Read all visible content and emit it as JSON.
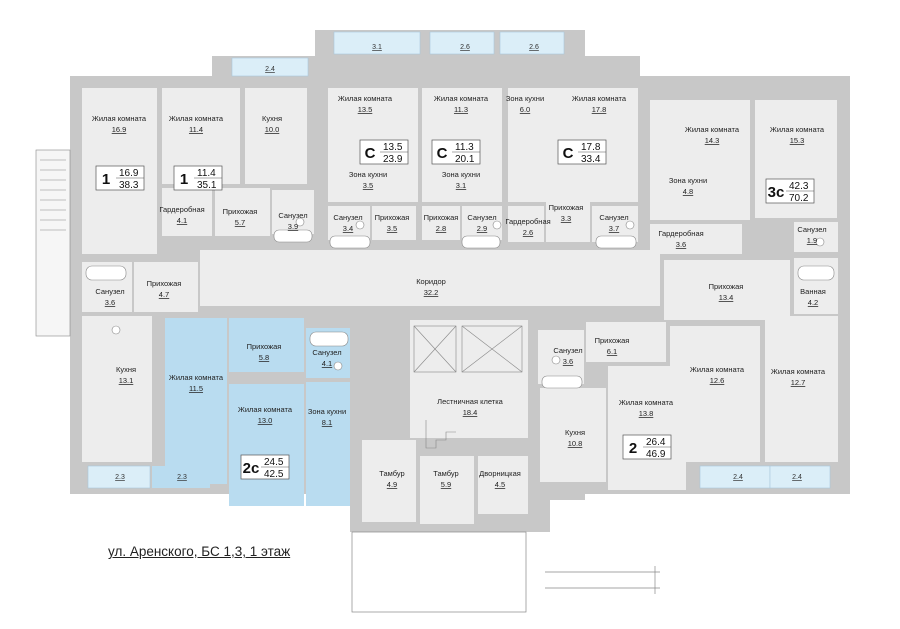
{
  "colors": {
    "wall": "#c8c8c8",
    "floor": "#ededed",
    "highlight": "#b9dcf0",
    "window": "#dbeef8",
    "fixture": "#888888"
  },
  "caption": "ул. Аренского, БС 1,3, 1 этаж",
  "rooms": [
    {
      "name": "Жилая комната",
      "area": "16.9"
    },
    {
      "name": "Жилая комната",
      "area": "11.4"
    },
    {
      "name": "Кухня",
      "area": "10.0"
    },
    {
      "name": "Жилая комната",
      "area": "13.5"
    },
    {
      "name": "Зона кухни",
      "area": "3.5"
    },
    {
      "name": "Жилая комната",
      "area": "11.3"
    },
    {
      "name": "Зона кухни",
      "area": "3.1"
    },
    {
      "name": "Зона кухни",
      "area": "6.0"
    },
    {
      "name": "Жилая комната",
      "area": "17.8"
    },
    {
      "name": "Жилая комната",
      "area": "14.3"
    },
    {
      "name": "Зона кухни",
      "area": "4.8"
    },
    {
      "name": "Жилая комната",
      "area": "15.3"
    },
    {
      "name": "Гардеробная",
      "area": "4.1"
    },
    {
      "name": "Прихожая",
      "area": "5.7"
    },
    {
      "name": "Санузел",
      "area": "3.9"
    },
    {
      "name": "Санузел",
      "area": "3.4"
    },
    {
      "name": "Прихожая",
      "area": "3.5"
    },
    {
      "name": "Прихожая",
      "area": "2.8"
    },
    {
      "name": "Санузел",
      "area": "2.9"
    },
    {
      "name": "Гардеробная",
      "area": "2.6"
    },
    {
      "name": "Прихожая",
      "area": "3.3"
    },
    {
      "name": "Санузел",
      "area": "3.7"
    },
    {
      "name": "Гардеробная",
      "area": "3.6"
    },
    {
      "name": "Санузел",
      "area": "1.9"
    },
    {
      "name": "Санузел",
      "area": "3.6"
    },
    {
      "name": "Прихожая",
      "area": "4.7"
    },
    {
      "name": "Коридор",
      "area": "32.2"
    },
    {
      "name": "Прихожая",
      "area": "13.4"
    },
    {
      "name": "Ванная",
      "area": "4.2"
    },
    {
      "name": "Кухня",
      "area": "13.1"
    },
    {
      "name": "Прихожая",
      "area": "5.8"
    },
    {
      "name": "Санузел",
      "area": "4.1"
    },
    {
      "name": "Жилая комната",
      "area": "11.5"
    },
    {
      "name": "Жилая комната",
      "area": "13.0"
    },
    {
      "name": "Зона кухни",
      "area": "8.1"
    },
    {
      "name": "Санузел",
      "area": "3.6"
    },
    {
      "name": "Прихожая",
      "area": "6.1"
    },
    {
      "name": "Жилая комната",
      "area": "12.6"
    },
    {
      "name": "Жилая комната",
      "area": "12.7"
    },
    {
      "name": "Лестничная клетка",
      "area": "18.4"
    },
    {
      "name": "Кухня",
      "area": "10.8"
    },
    {
      "name": "Жилая комната",
      "area": "13.8"
    },
    {
      "name": "Тамбур",
      "area": "4.9"
    },
    {
      "name": "Тамбур",
      "area": "5.9"
    },
    {
      "name": "Дворницкая",
      "area": "4.5"
    }
  ],
  "balconies": [
    "3.1",
    "2.6",
    "2.6",
    "2.4",
    "2.3",
    "2.3",
    "2.4",
    "2.4"
  ],
  "apartments": [
    {
      "code": "1",
      "living": "16.9",
      "total": "38.3"
    },
    {
      "code": "1",
      "living": "11.4",
      "total": "35.1"
    },
    {
      "code": "С",
      "living": "13.5",
      "total": "23.9"
    },
    {
      "code": "С",
      "living": "11.3",
      "total": "20.1"
    },
    {
      "code": "С",
      "living": "17.8",
      "total": "33.4"
    },
    {
      "code": "3с",
      "living": "42.3",
      "total": "70.2"
    },
    {
      "code": "2с",
      "living": "24.5",
      "total": "42.5"
    },
    {
      "code": "2",
      "living": "26.4",
      "total": "46.9"
    }
  ]
}
